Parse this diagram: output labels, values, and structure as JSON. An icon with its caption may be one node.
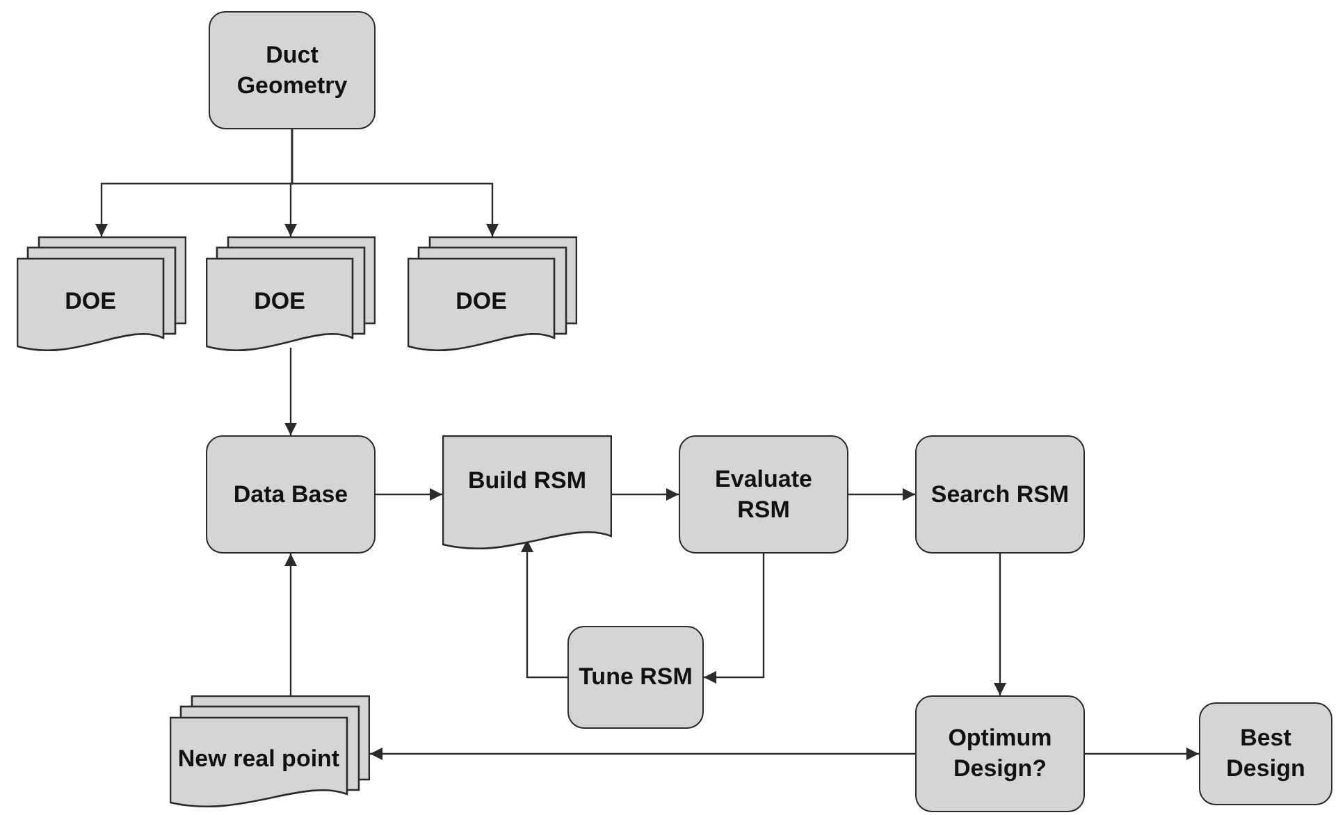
{
  "diagram": {
    "nodes": [
      {
        "text": [
          "Duct Geometry"
        ]
      },
      {
        "text": [
          "DOE"
        ]
      },
      {
        "text": [
          "DOE"
        ]
      },
      {
        "text": [
          "DOE"
        ]
      },
      {
        "text": [
          "Data Base"
        ]
      },
      {
        "text": [
          "Build RSM"
        ]
      },
      {
        "text": [
          "Evaluate RSM"
        ]
      },
      {
        "text": [
          "Search RSM"
        ]
      },
      {
        "text": [
          "Tune RSM"
        ]
      },
      {
        "text": [
          "New real point"
        ]
      },
      {
        "text": [
          "Optimum Design?"
        ]
      },
      {
        "text": [
          "Best Design"
        ]
      }
    ],
    "edges": [
      {
        "from": 0,
        "to": 1,
        "arrow": "to"
      },
      {
        "from": 0,
        "to": 2,
        "arrow": "to"
      },
      {
        "from": 0,
        "to": 3,
        "arrow": "to"
      },
      {
        "from": 2,
        "to": 4,
        "arrow": "to"
      },
      {
        "from": 4,
        "to": 5,
        "arrow": "to"
      },
      {
        "from": 5,
        "to": 6,
        "arrow": "to"
      },
      {
        "from": 6,
        "to": 7,
        "arrow": "to"
      },
      {
        "from": 6,
        "to": 8,
        "arrow": "to"
      },
      {
        "from": 8,
        "to": 5,
        "arrow": "to"
      },
      {
        "from": 7,
        "to": 10,
        "arrow": "to"
      },
      {
        "from": 10,
        "to": 9,
        "arrow": "to"
      },
      {
        "from": 9,
        "to": 4,
        "arrow": "to"
      },
      {
        "from": 10,
        "to": 11,
        "arrow": "to"
      }
    ]
  }
}
